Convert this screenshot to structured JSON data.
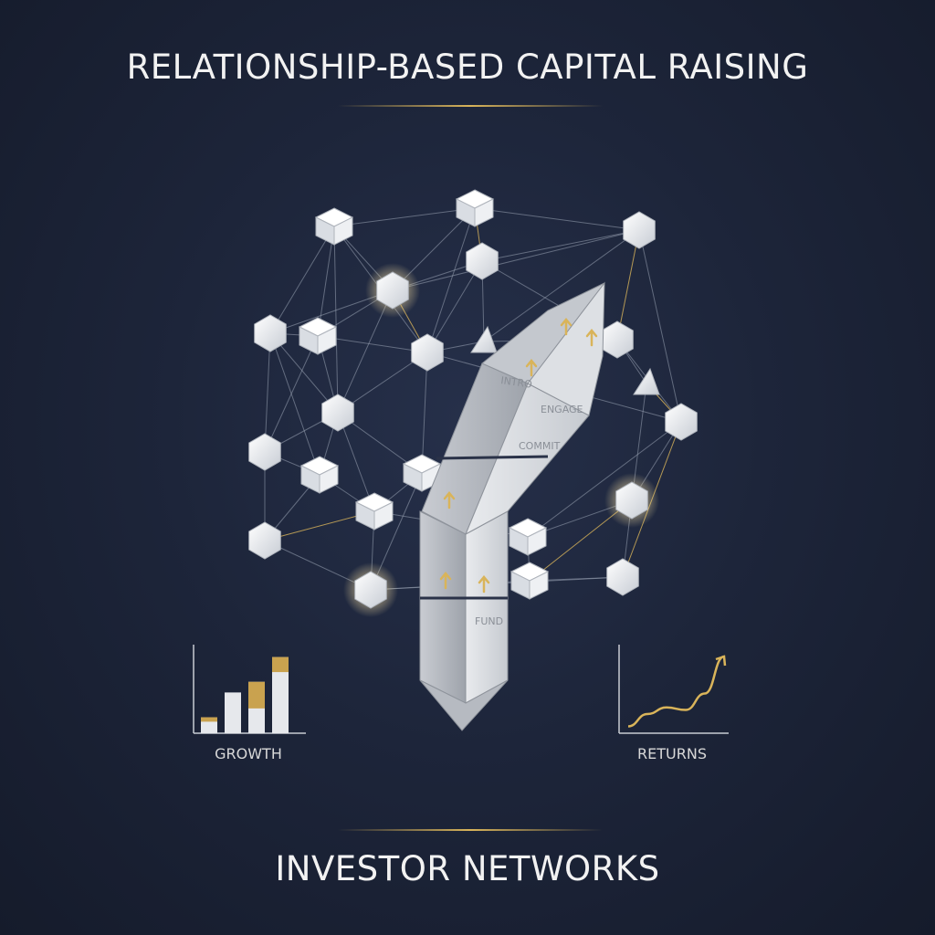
{
  "header": {
    "title": "RELATIONSHIP-BASED CAPITAL RAISING"
  },
  "footer": {
    "title": "INVESTOR NETWORKS"
  },
  "stages": [
    "INTRO",
    "ENGAGE",
    "COMMIT",
    "FUND"
  ],
  "charts": {
    "growth_label": "GROWTH",
    "returns_label": "RETURNS"
  },
  "colors": {
    "background": "#1d253a",
    "accent_gold": "#d9b45a",
    "node_white": "#eceff3",
    "line": "#9aa4b5"
  },
  "chart_data": [
    {
      "type": "bar",
      "title": "",
      "xlabel": "GROWTH",
      "ylabel": "",
      "categories": [
        "",
        "",
        "",
        ""
      ],
      "values": [
        18,
        46,
        58,
        86
      ],
      "gold_cap": [
        5,
        0,
        30,
        17
      ],
      "ylim": [
        0,
        100
      ],
      "grid": false
    },
    {
      "type": "line",
      "title": "",
      "xlabel": "RETURNS",
      "ylabel": "",
      "x": [
        0,
        1,
        2,
        3,
        4,
        5
      ],
      "y": [
        5,
        20,
        28,
        25,
        45,
        90
      ],
      "ylim": [
        0,
        100
      ],
      "grid": false
    }
  ]
}
